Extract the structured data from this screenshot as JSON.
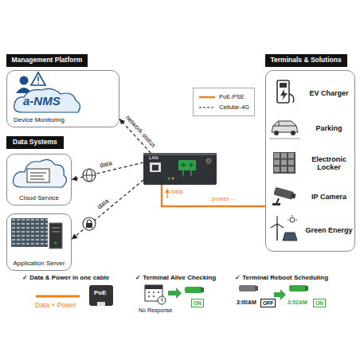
{
  "diagram": {
    "nodes": [
      {
        "text": [
          "Management Platform",
          "Device Monitoring"
        ]
      },
      {
        "text": [
          "Data Systems"
        ]
      },
      {
        "text": [
          "Cloud Service"
        ]
      },
      {
        "text": [
          "Application Server"
        ]
      },
      {
        "text": [
          "LAN"
        ]
      },
      {
        "text": [
          "Terminals & Solutions"
        ]
      },
      {
        "text": [
          "EV Charger"
        ],
        "in": 5
      },
      {
        "text": [
          "Parking"
        ],
        "in": 5
      },
      {
        "text": [
          "Electronic Locker"
        ],
        "in": 5
      },
      {
        "text": [
          "IP Camera"
        ],
        "in": 5
      },
      {
        "text": [
          "Green Energy"
        ],
        "in": 5
      }
    ],
    "edges": [
      {
        "from": 4,
        "to": 0,
        "label": "network status",
        "arrow": "to"
      },
      {
        "from": 4,
        "to": 2,
        "label": "data",
        "arrow": "to"
      },
      {
        "from": 4,
        "to": 3,
        "label": "data",
        "arrow": "to"
      },
      {
        "from": 4,
        "to": 5,
        "label": "power→",
        "arrow": "none"
      }
    ],
    "labels": [
      "a-NMS",
      "data",
      "✓ Data & Power in one cable",
      "✓ Terminal Alive Checking",
      "✓ Terminal Reboot Scheduling",
      "Data + Power",
      "PoE",
      "No Response",
      "ON",
      "3:00AM",
      "OFF",
      "3:02AM",
      "ON"
    ],
    "legend": [
      {
        "text": "PoE-PSE"
      },
      {
        "text": "Cellular-4G"
      }
    ]
  }
}
